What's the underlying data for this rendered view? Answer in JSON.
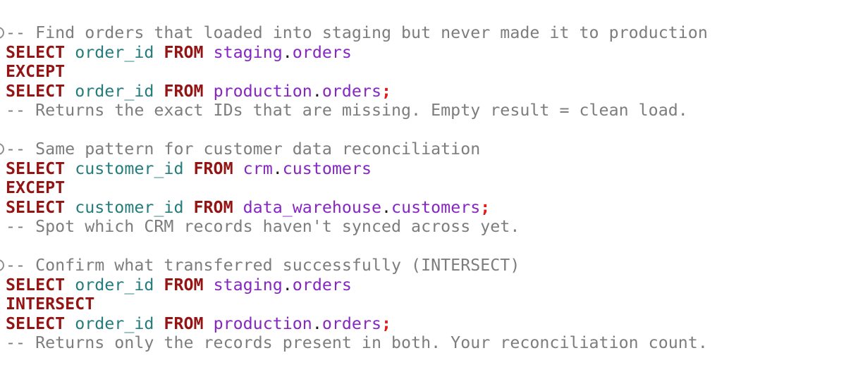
{
  "colors": {
    "background": "#ffffff",
    "keyword": "#941414",
    "identifier": "#257c7c",
    "schema": "#8626c4",
    "comment": "#7d7d7d",
    "operator": "#1a1a1a",
    "semicolon": "#e01b1b",
    "bullet": "#8f8f8f"
  },
  "code_blocks": [
    {
      "bullet_icon": "circle-outline-bullet",
      "lines": [
        {
          "segments": [
            {
              "t": "-- Find orders that loaded into staging but never made it to production",
              "c": "comment"
            }
          ]
        },
        {
          "segments": [
            {
              "t": "SELECT ",
              "c": "keyword"
            },
            {
              "t": "order_id ",
              "c": "identifier"
            },
            {
              "t": "FROM ",
              "c": "keyword"
            },
            {
              "t": "staging",
              "c": "schema"
            },
            {
              "t": ".",
              "c": "dot"
            },
            {
              "t": "orders",
              "c": "schema"
            }
          ]
        },
        {
          "segments": [
            {
              "t": "EXCEPT",
              "c": "keyword"
            }
          ]
        },
        {
          "segments": [
            {
              "t": "SELECT ",
              "c": "keyword"
            },
            {
              "t": "order_id ",
              "c": "identifier"
            },
            {
              "t": "FROM ",
              "c": "keyword"
            },
            {
              "t": "production",
              "c": "schema"
            },
            {
              "t": ".",
              "c": "dot"
            },
            {
              "t": "orders",
              "c": "schema"
            },
            {
              "t": ";",
              "c": "semicolon"
            }
          ]
        },
        {
          "segments": [
            {
              "t": "-- Returns the exact IDs that are missing. Empty result = clean load.",
              "c": "comment"
            }
          ]
        }
      ]
    },
    {
      "bullet_icon": "circle-outline-bullet",
      "lines": [
        {
          "segments": [
            {
              "t": "-- Same pattern for customer data reconciliation",
              "c": "comment"
            }
          ]
        },
        {
          "segments": [
            {
              "t": "SELECT ",
              "c": "keyword"
            },
            {
              "t": "customer_id ",
              "c": "identifier"
            },
            {
              "t": "FROM ",
              "c": "keyword"
            },
            {
              "t": "crm",
              "c": "schema"
            },
            {
              "t": ".",
              "c": "dot"
            },
            {
              "t": "customers",
              "c": "schema"
            }
          ]
        },
        {
          "segments": [
            {
              "t": "EXCEPT",
              "c": "keyword"
            }
          ]
        },
        {
          "segments": [
            {
              "t": "SELECT ",
              "c": "keyword"
            },
            {
              "t": "customer_id ",
              "c": "identifier"
            },
            {
              "t": "FROM ",
              "c": "keyword"
            },
            {
              "t": "data_warehouse",
              "c": "schema"
            },
            {
              "t": ".",
              "c": "dot"
            },
            {
              "t": "customers",
              "c": "schema"
            },
            {
              "t": ";",
              "c": "semicolon"
            }
          ]
        },
        {
          "segments": [
            {
              "t": "-- Spot which CRM records haven't synced across yet.",
              "c": "comment"
            }
          ]
        }
      ]
    },
    {
      "bullet_icon": "circle-outline-bullet",
      "lines": [
        {
          "segments": [
            {
              "t": "-- Confirm what transferred successfully (INTERSECT)",
              "c": "comment"
            }
          ]
        },
        {
          "segments": [
            {
              "t": "SELECT ",
              "c": "keyword"
            },
            {
              "t": "order_id ",
              "c": "identifier"
            },
            {
              "t": "FROM ",
              "c": "keyword"
            },
            {
              "t": "staging",
              "c": "schema"
            },
            {
              "t": ".",
              "c": "dot"
            },
            {
              "t": "orders",
              "c": "schema"
            }
          ]
        },
        {
          "segments": [
            {
              "t": "INTERSECT",
              "c": "keyword"
            }
          ]
        },
        {
          "segments": [
            {
              "t": "SELECT ",
              "c": "keyword"
            },
            {
              "t": "order_id ",
              "c": "identifier"
            },
            {
              "t": "FROM ",
              "c": "keyword"
            },
            {
              "t": "production",
              "c": "schema"
            },
            {
              "t": ".",
              "c": "dot"
            },
            {
              "t": "orders",
              "c": "schema"
            },
            {
              "t": ";",
              "c": "semicolon"
            }
          ]
        },
        {
          "segments": [
            {
              "t": "-- Returns only the records present in both. Your reconciliation count.",
              "c": "comment"
            }
          ]
        }
      ]
    }
  ]
}
